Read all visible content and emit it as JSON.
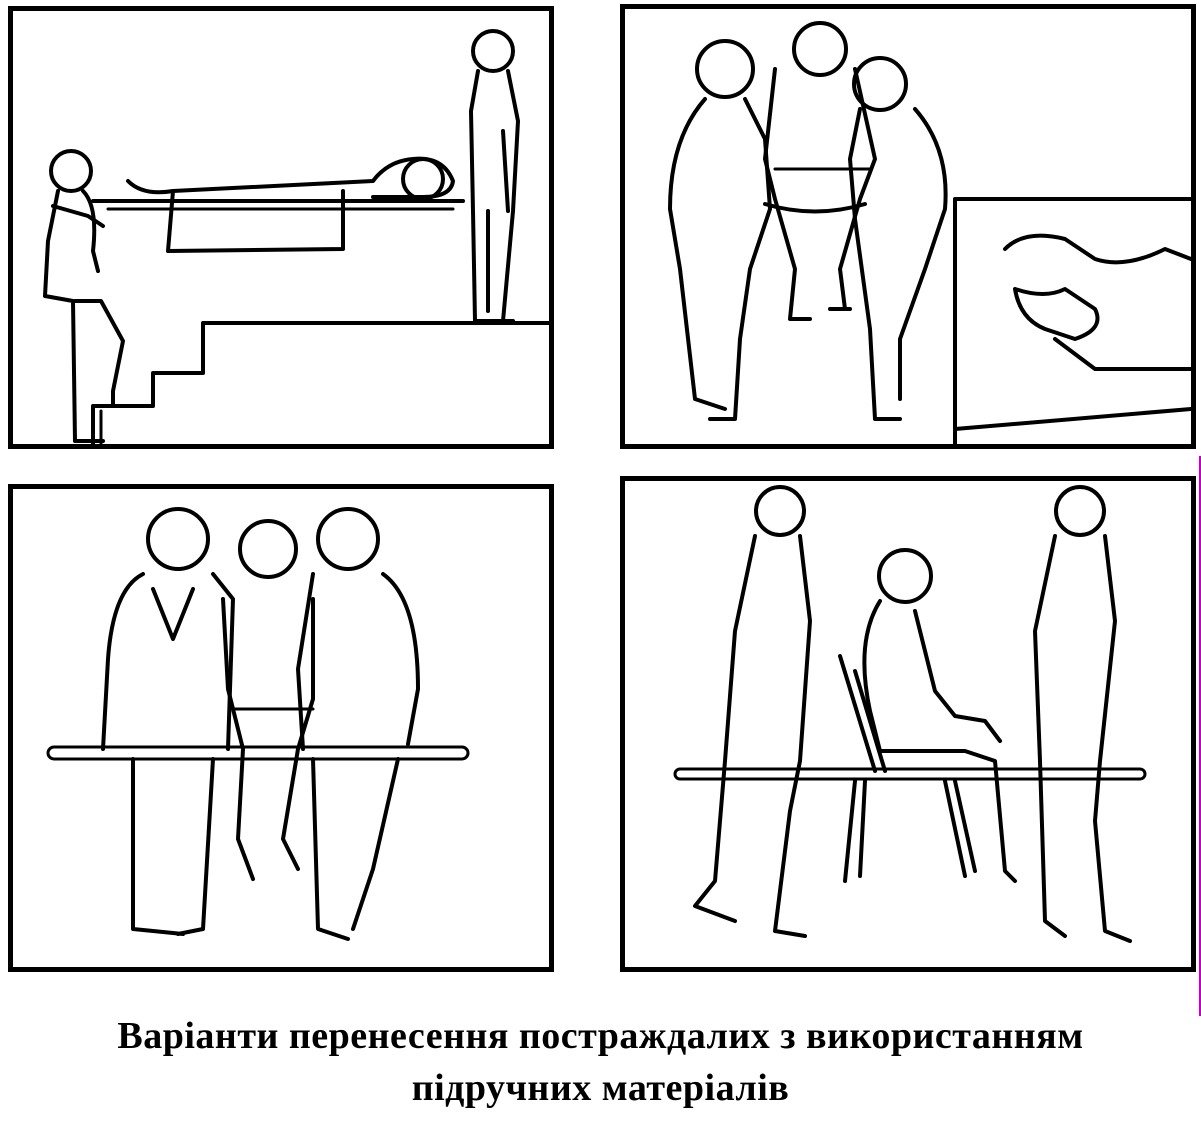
{
  "caption": {
    "line1": "Варіанти перенесення постраждалих з використанням",
    "line2": "підручних матеріалів"
  },
  "panels": [
    {
      "scene": "stretcher-on-stairs"
    },
    {
      "scene": "two-person-arm-carry"
    },
    {
      "scene": "pole-seat-carry"
    },
    {
      "scene": "chair-on-poles-carry"
    }
  ]
}
